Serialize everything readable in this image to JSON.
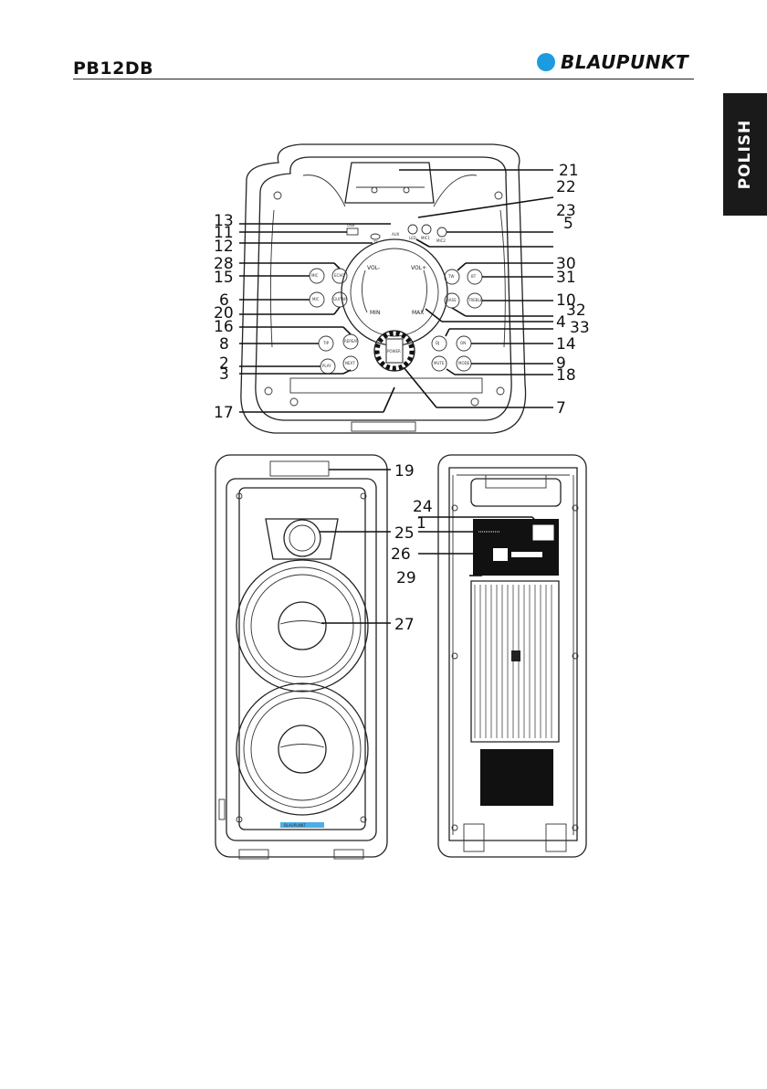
{
  "header": {
    "model": "PB12DB",
    "brand": "BLAUPUNKT",
    "brand_color": "#1e9be0"
  },
  "language_tab": "POLISH",
  "top_panel": {
    "buttons": {
      "usb": "USB",
      "aux": "AUX",
      "tf": "TF",
      "lights": "LED",
      "mic1": "MIC1",
      "mic2": "MIC2",
      "mic_priority": "MIC",
      "echo": "ECHO",
      "mic_vol": "MIC",
      "guitar": "GUITAR",
      "tws": "TW",
      "bt": "BT",
      "bass": "BASS",
      "treble": "TREBLE",
      "repeat": "REPEAT",
      "tip": "TIP",
      "play": "PLAY",
      "next": "NEXT",
      "dj_mode": "DJ",
      "on": "ON",
      "mute": "MUTE",
      "mode": "MODE",
      "power": "POWER"
    },
    "dial": {
      "vol_minus": "VOL-",
      "vol_plus": "VOL+",
      "min": "MIN",
      "max": "MAX"
    }
  },
  "callouts": {
    "n1": "1",
    "n2": "2",
    "n3": "3",
    "n4": "4",
    "n5": "5",
    "n6": "6",
    "n7": "7",
    "n8": "8",
    "n9": "9",
    "n10": "10",
    "n11": "11",
    "n12": "12",
    "n13": "13",
    "n14": "14",
    "n15": "15",
    "n16": "16",
    "n17": "17",
    "n18": "18",
    "n19": "19",
    "n20": "20",
    "n21": "21",
    "n22": "22",
    "n23": "23",
    "n24": "24",
    "n25": "25",
    "n26": "26",
    "n27": "27",
    "n28": "28",
    "n29": "29",
    "n30": "30",
    "n31": "31",
    "n32": "32",
    "n33": "33"
  },
  "front_panel": {
    "badge": "BLAUPUNKT"
  }
}
